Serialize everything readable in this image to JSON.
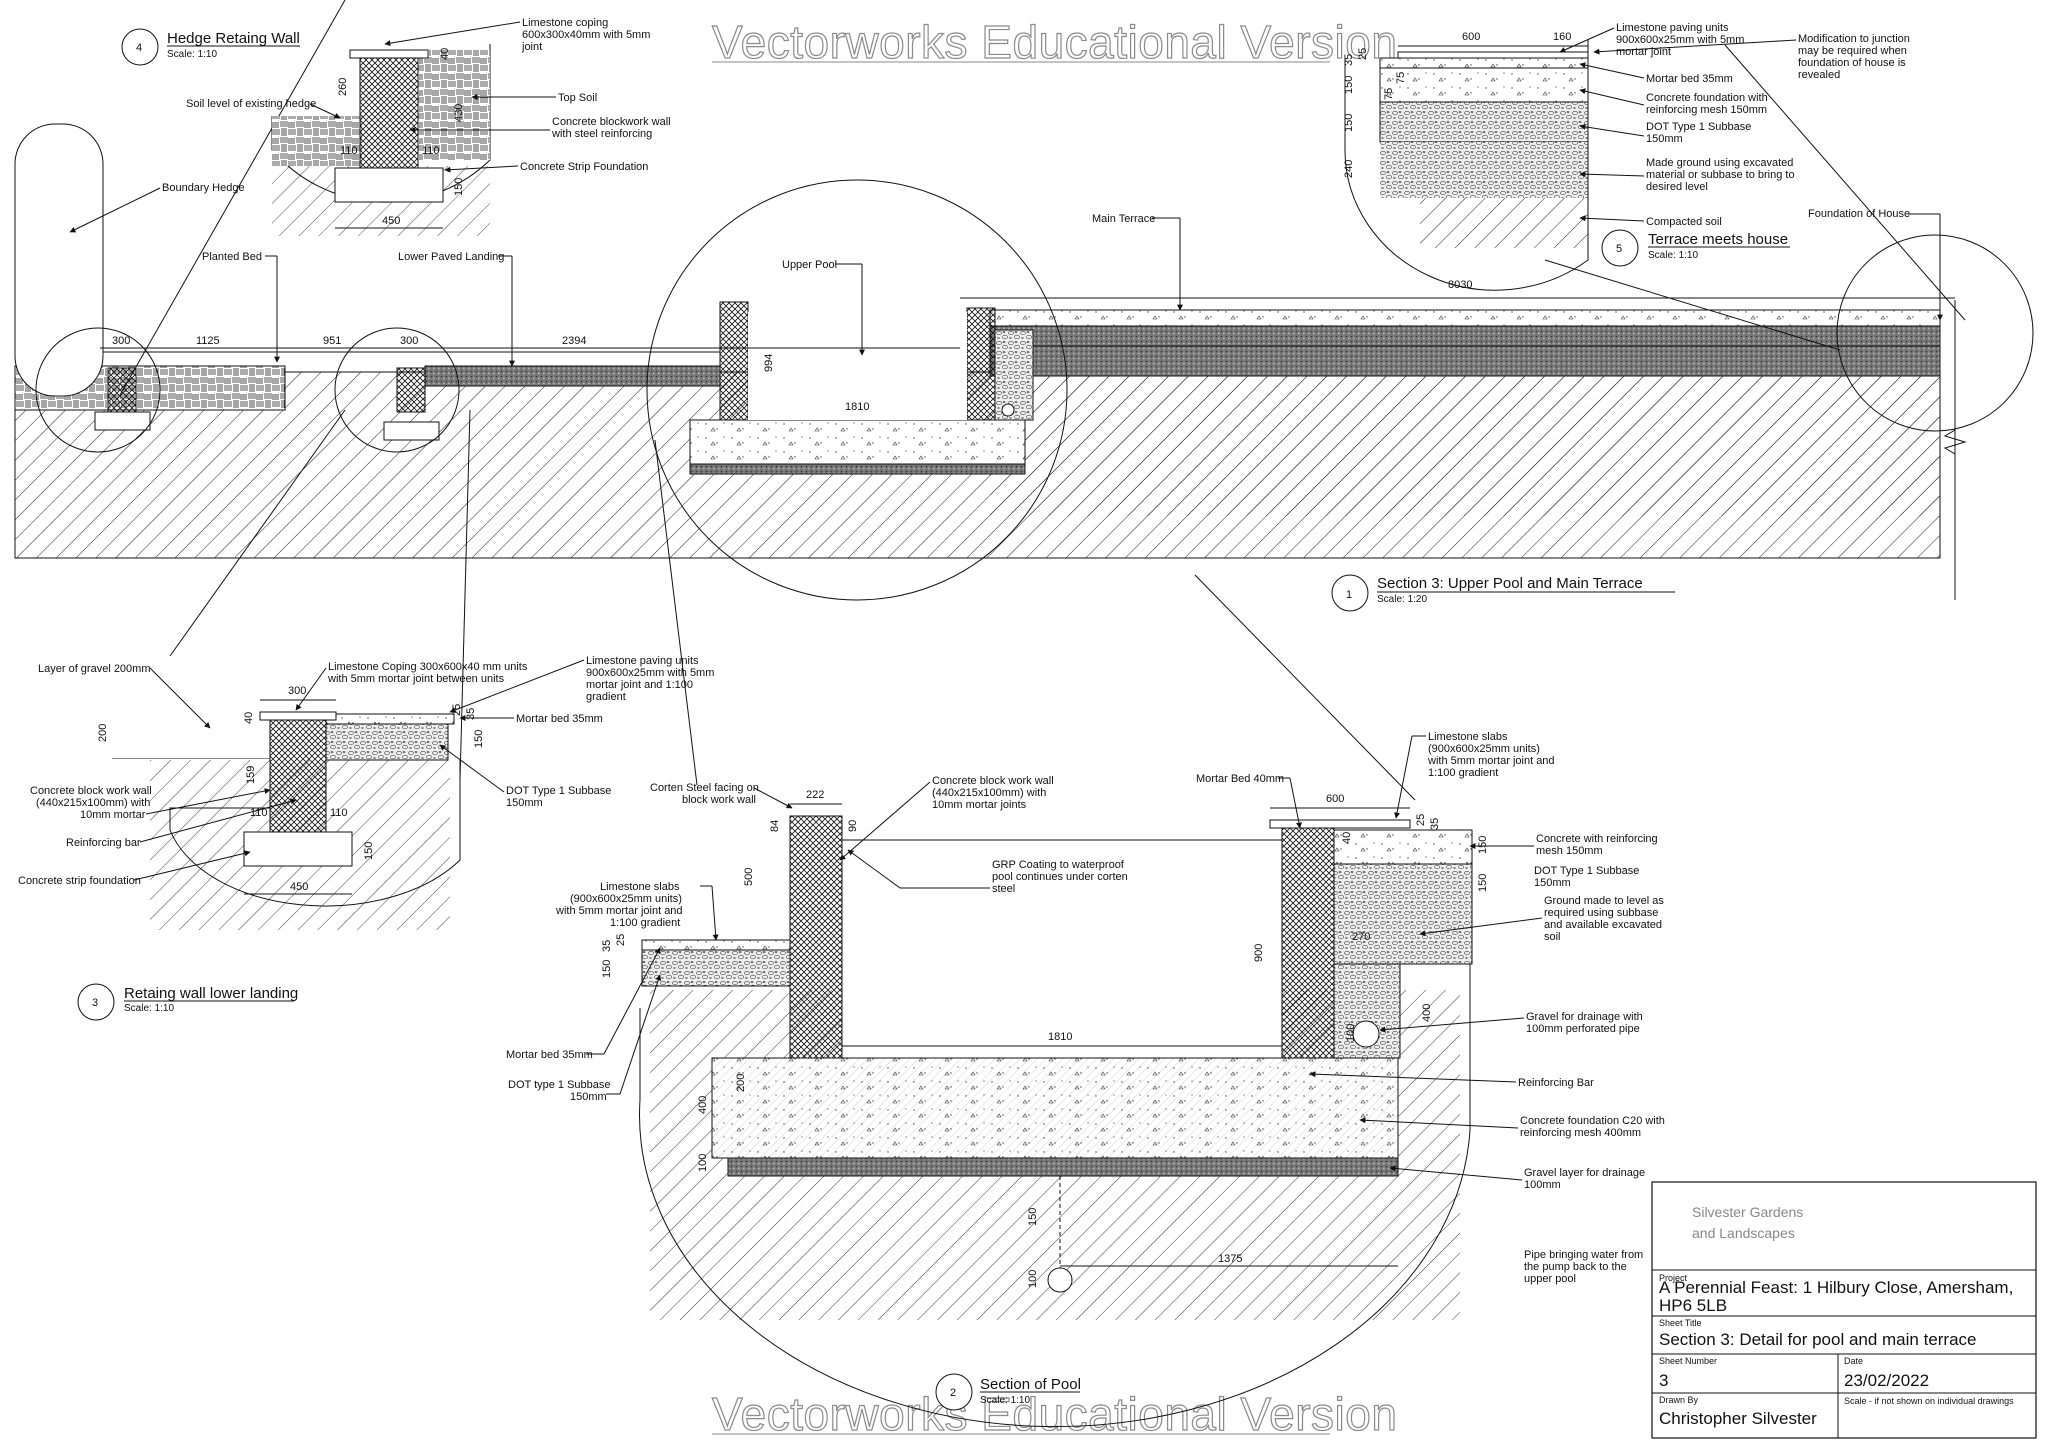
{
  "watermark": "Vectorworks Educational Version",
  "details": {
    "d1": {
      "number": "1",
      "title": "Section 3: Upper Pool and Main Terrace",
      "scale": "Scale: 1:20"
    },
    "d2": {
      "number": "2",
      "title": "Section of Pool",
      "scale": "Scale: 1:10"
    },
    "d3": {
      "number": "3",
      "title": "Retaing wall lower landing",
      "scale": "Scale: 1:10"
    },
    "d4": {
      "number": "4",
      "title": "Hedge Retaing Wall",
      "scale": "Scale: 1:10"
    },
    "d5": {
      "number": "5",
      "title": "Terrace meets house",
      "scale": "Scale: 1:10"
    }
  },
  "labels": {
    "d4": [
      "Limestone coping",
      "600x300x40mm with 5mm",
      "joint",
      "Top Soil",
      "Soil level of existing hedge",
      "Concrete blockwork wall",
      "with steel reinforcing",
      "Concrete Strip Foundation",
      "Boundary Hedge"
    ],
    "d1": [
      "Planted Bed",
      "Lower Paved Landing",
      "Upper Pool",
      "Main Terrace"
    ],
    "d5": [
      "Limestone paving units",
      "900x600x25mm with 5mm",
      "mortar joint",
      "Modification to junction",
      "may be required when",
      "foundation of house is",
      "revealed",
      "Mortar bed 35mm",
      "Concrete foundation with",
      "reinforcing mesh 150mm",
      "DOT Type 1 Subbase",
      "150mm",
      "Made ground using excavated",
      "material or subbase to bring to",
      "desired level",
      "Compacted soil",
      "Foundation of House"
    ],
    "d3": [
      "Layer of gravel  200mm",
      "Limestone Coping 300x600x40 mm units",
      "with 5mm mortar joint between units",
      "Limestone paving units",
      "900x600x25mm with 5mm",
      "mortar joint and 1:100",
      "gradient",
      "Mortar bed 35mm",
      "DOT Type 1 Subbase",
      "150mm",
      "Concrete block work wall",
      "(440x215x100mm) with",
      "10mm mortar",
      "Reinforcing bar",
      "Concrete strip foundation"
    ],
    "d2": [
      "Corten Steel facing on",
      "block work wall",
      "Concrete block work wall",
      "(440x215x100mm) with",
      "10mm mortar joints",
      "GRP Coating to waterproof",
      "pool continues under corten",
      "steel",
      "Mortar Bed 40mm",
      "Limestone slabs",
      "(900x600x25mm units)",
      "with 5mm mortar joint and",
      "1:100 gradient",
      "Concrete with reinforcing",
      "mesh 150mm",
      "DOT Type 1 Subbase",
      "150mm",
      "Ground made to level as",
      "required using subbase",
      "and available excavated",
      "soil",
      "Limestone slabs",
      "(900x600x25mm units)",
      "with 5mm mortar joint and",
      "1:100 gradient",
      "Gravel for drainage with",
      "100mm perforated pipe",
      "Reinforcing Bar",
      "Concrete foundation C20 with",
      "reinforcing mesh 400mm",
      "Gravel layer for drainage",
      "100mm",
      "Mortar bed 35mm",
      "DOT type 1 Subbase",
      "150mm",
      "Pipe bringing water from",
      "the pump back to the",
      "upper pool"
    ]
  },
  "dimensions": {
    "d4": [
      "260",
      "40",
      "110",
      "110",
      "450",
      "150",
      "430"
    ],
    "d1": [
      "300",
      "1125",
      "951",
      "300",
      "2394",
      "994",
      "1810",
      "8030"
    ],
    "d5": [
      "600",
      "160",
      "35",
      "25",
      "150",
      "75",
      "75",
      "150",
      "240"
    ],
    "d3": [
      "300",
      "40",
      "200",
      "159",
      "110",
      "110",
      "450",
      "150",
      "150",
      "35",
      "25"
    ],
    "d2": [
      "222",
      "84",
      "90",
      "500",
      "600",
      "25",
      "35",
      "40",
      "150",
      "150",
      "900",
      "270",
      "1810",
      "400",
      "100",
      "200",
      "400",
      "100",
      "35",
      "25",
      "150",
      "150",
      "100",
      "1375"
    ]
  },
  "title_block": {
    "company_line1": "Silvester Gardens",
    "company_line2": "and Landscapes",
    "project_label": "Project",
    "project_line1": "A Perennial Feast: 1  Hilbury Close, Amersham,",
    "project_line2": "HP6 5LB",
    "sheet_title_label": "Sheet Title",
    "sheet_title": "Section 3: Detail for pool and main terrace",
    "sheet_number_label": "Sheet Number",
    "sheet_number": "3",
    "date_label": "Date",
    "date": "23/02/2022",
    "drawn_by_label": "Drawn By",
    "drawn_by": "Christopher Silvester",
    "scale_note": "Scale - if not shown on individual drawings"
  }
}
